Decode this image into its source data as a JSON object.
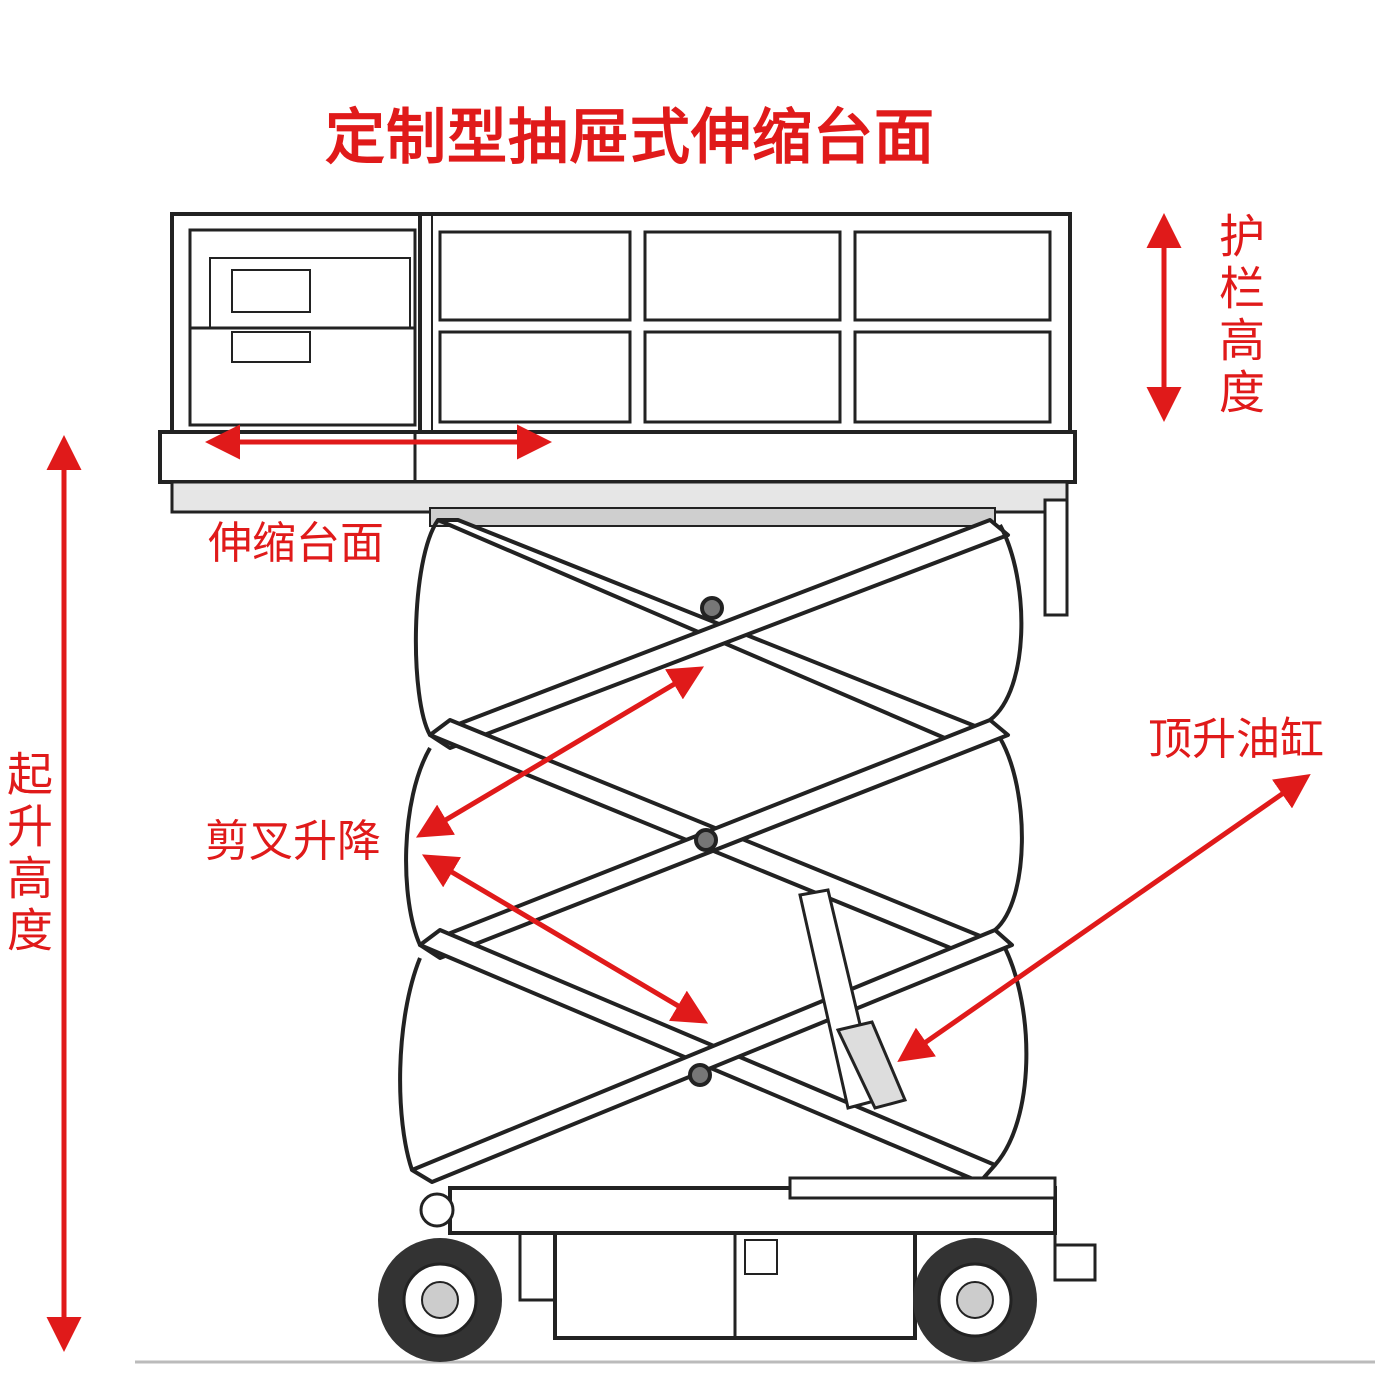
{
  "title": "定制型抽屉式伸缩台面",
  "labels": {
    "guardrail_height": "护栏高度",
    "lifting_height": "起升高度",
    "extension_deck": "伸缩台面",
    "scissor_lift": "剪叉升降",
    "lifting_cylinder": "顶升油缸"
  },
  "colors": {
    "annotation": "#e01a1a",
    "line": "#222222",
    "fill": "#ffffff"
  }
}
